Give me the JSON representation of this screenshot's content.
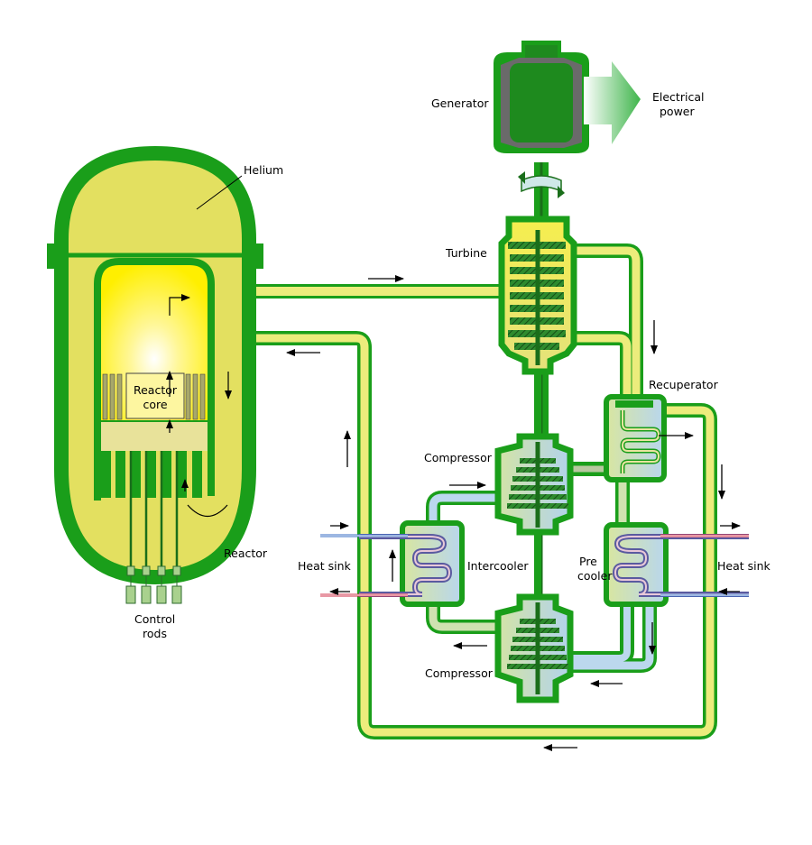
{
  "labels": {
    "generator": "Generator",
    "electrical_power_line1": "Electrical",
    "electrical_power_line2": "power",
    "helium": "Helium",
    "turbine": "Turbine",
    "recuperator": "Recuperator",
    "reactor_core_line1": "Reactor",
    "reactor_core_line2": "core",
    "compressor_upper": "Compressor",
    "compressor_lower": "Compressor",
    "intercooler": "Intercooler",
    "precooler_line1": "Pre",
    "precooler_line2": "cooler",
    "heat_sink_left": "Heat sink",
    "heat_sink_right": "Heat sink",
    "reactor": "Reactor",
    "control_rods_line1": "Control",
    "control_rods_line2": "rods"
  },
  "colors": {
    "vessel_green": "#1a9e1a",
    "vessel_fill": "#e3e060",
    "pipe_yellow": "#ecec7c",
    "core_yellow": "#fff200",
    "turbine_yellow": "#f4ec52",
    "cool_blue": "#bcd8ee",
    "hot_red": "#d0314a",
    "cold_blue": "#3a6fc4",
    "blade_green": "#1f6b1f",
    "rod_light": "#a9d18e",
    "power_arrow": "#3fb54b"
  }
}
